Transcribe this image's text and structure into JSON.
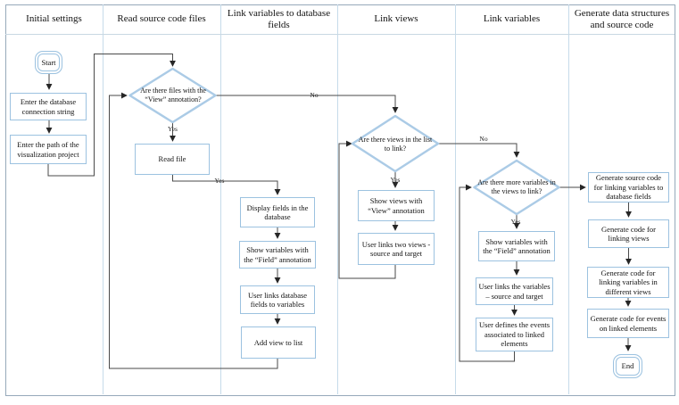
{
  "lanes": [
    {
      "label": "Initial settings"
    },
    {
      "label": "Read source code files"
    },
    {
      "label": "Link variables to database fields"
    },
    {
      "label": "Link views"
    },
    {
      "label": "Link variables"
    },
    {
      "label": "Generate data structures and source code"
    }
  ],
  "nodes": {
    "start": {
      "label": "Start",
      "type": "terminator"
    },
    "enter_connection": {
      "label": "Enter the database connection string",
      "type": "process"
    },
    "enter_path": {
      "label": "Enter the path of the visualization project",
      "type": "process"
    },
    "files_decision": {
      "label": "Are there files with the “View” annotation?",
      "type": "decision"
    },
    "read_file": {
      "label": "Read file",
      "type": "process"
    },
    "display_fields": {
      "label": "Display fields in the database",
      "type": "process"
    },
    "show_variables_field": {
      "label": "Show variables with the “Field” annotation",
      "type": "process"
    },
    "link_db_fields": {
      "label": "User links database fields to variables",
      "type": "process"
    },
    "add_view": {
      "label": "Add view to list",
      "type": "process"
    },
    "views_decision": {
      "label": "Are there views in the list to link?",
      "type": "decision"
    },
    "show_views": {
      "label": "Show views with “View” annotation",
      "type": "process"
    },
    "link_two_views": {
      "label": "User links two views - source and target",
      "type": "process"
    },
    "variables_decision": {
      "label": "Are there more variables in the views to link?",
      "type": "decision"
    },
    "show_variables_field2": {
      "label": "Show variables with the “Field” annotation",
      "type": "process"
    },
    "link_variables": {
      "label": "User links the variables – source and target",
      "type": "process"
    },
    "define_events": {
      "label": "User defines the events associated to linked elements",
      "type": "process"
    },
    "gen_source_db": {
      "label": "Generate source code for linking variables to database fields",
      "type": "process"
    },
    "gen_linking_views": {
      "label": "Generate code for linking views",
      "type": "process"
    },
    "gen_linking_vars": {
      "label": "Generate code for linking variables in different views",
      "type": "process"
    },
    "gen_events": {
      "label": "Generate code for events on linked elements",
      "type": "process"
    },
    "end": {
      "label": "End",
      "type": "terminator"
    }
  },
  "edge_labels": {
    "files_yes": "Yes",
    "files_no": "No",
    "read_yes": "Yes",
    "views_yes": "Yes",
    "views_no": "No",
    "vars_yes": "Yes"
  },
  "colors": {
    "shape_border": "#9cc2e0",
    "lane_line": "#c6dbea",
    "connector": "#4a4a4a"
  }
}
